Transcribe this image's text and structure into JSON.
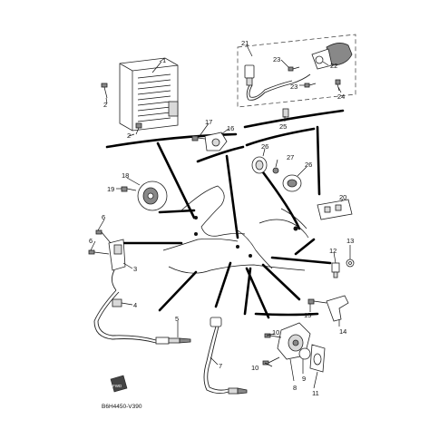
{
  "diagram": {
    "callouts": [
      "1",
      "2",
      "2",
      "3",
      "4",
      "5",
      "6",
      "6",
      "7",
      "8",
      "9",
      "10",
      "10",
      "11",
      "12",
      "13",
      "14",
      "15",
      "16",
      "17",
      "18",
      "19",
      "20",
      "21",
      "22",
      "23",
      "23",
      "24",
      "25",
      "26",
      "26",
      "27"
    ],
    "drawing_code": "B6H4450-V390",
    "fwd_label": "FWD"
  }
}
